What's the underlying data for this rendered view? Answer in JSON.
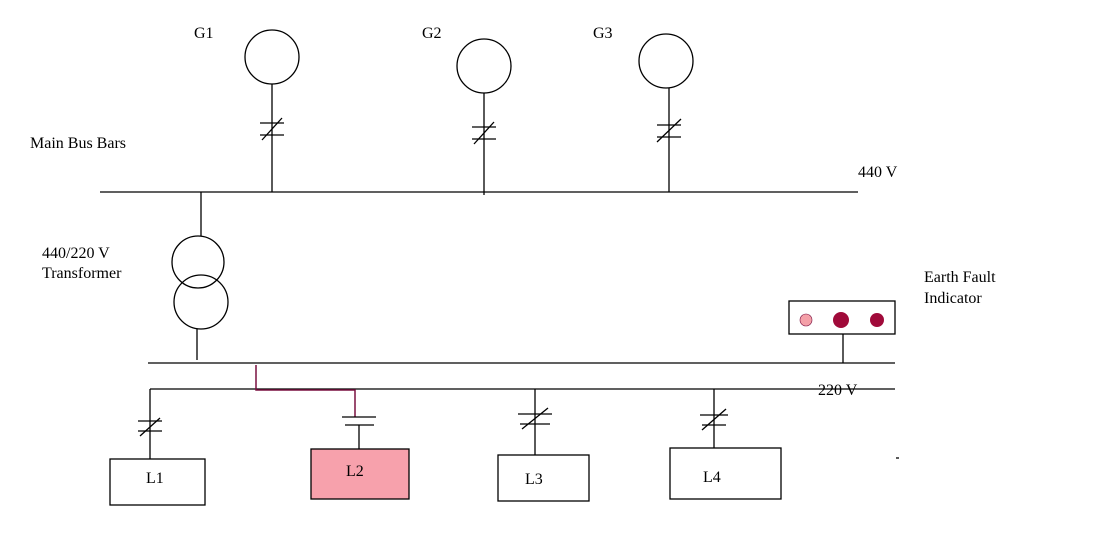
{
  "generators": [
    {
      "label": "G1"
    },
    {
      "label": "G2"
    },
    {
      "label": "G3"
    }
  ],
  "main_bus": {
    "label": "Main Bus Bars",
    "voltage": "440 V"
  },
  "transformer": {
    "rating": "440/220 V",
    "label": "Transformer"
  },
  "secondary_bus": {
    "voltage": "220 V"
  },
  "earth_fault_indicator": {
    "line1": "Earth Fault",
    "line2": "Indicator"
  },
  "loads": [
    {
      "label": "L1"
    },
    {
      "label": "L2"
    },
    {
      "label": "L3"
    },
    {
      "label": "L4"
    }
  ],
  "colors": {
    "fault_path": "#7a1040",
    "faulted_load": "#f7a1ac",
    "lamp_light": "#f4a0a8",
    "lamp_dark": "#a00a3a"
  }
}
